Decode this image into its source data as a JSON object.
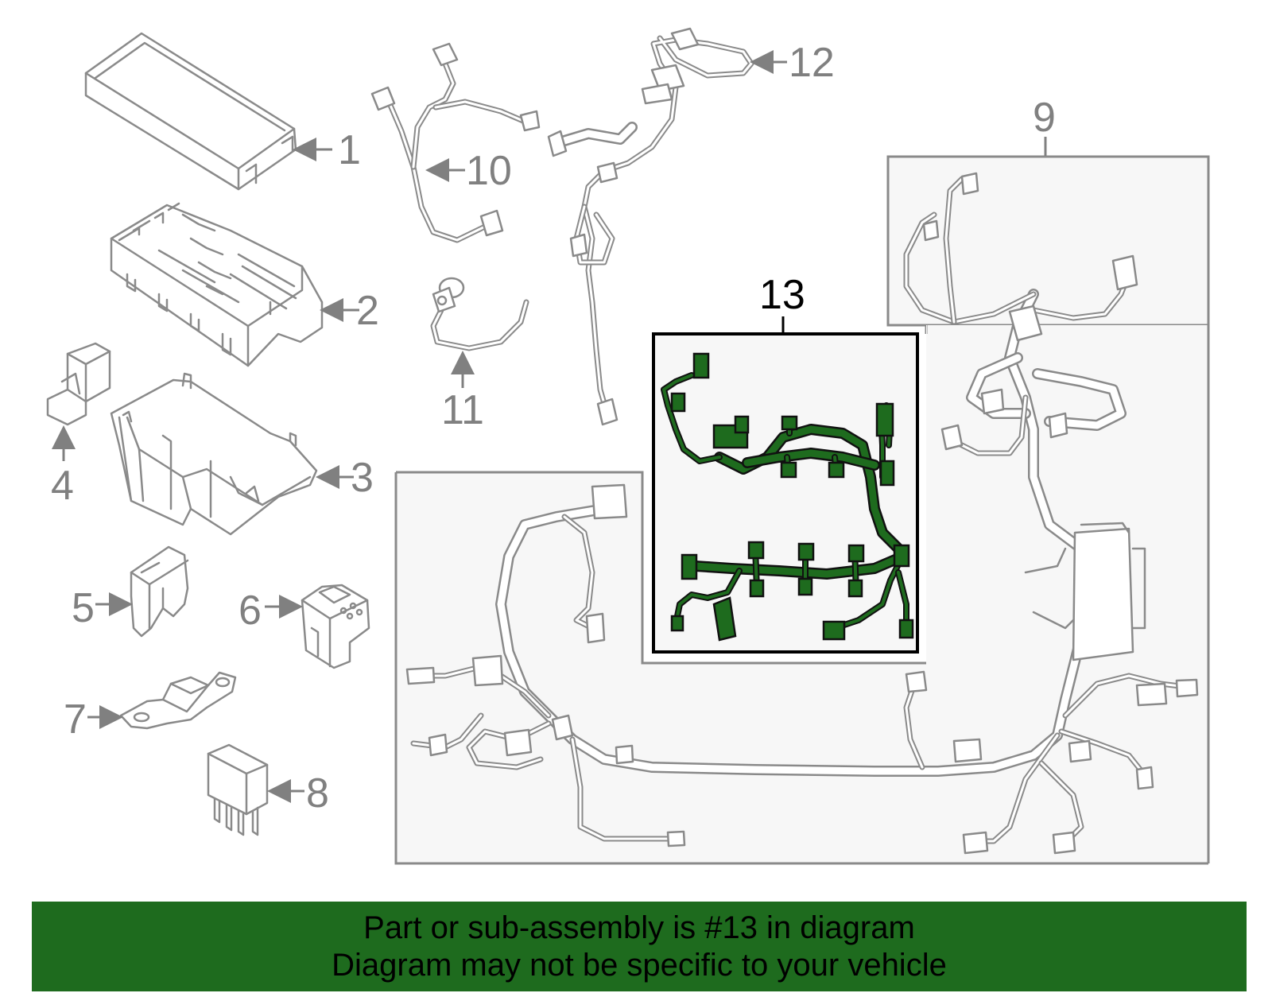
{
  "callouts": {
    "c1": "1",
    "c2": "2",
    "c3": "3",
    "c4": "4",
    "c5": "5",
    "c6": "6",
    "c7": "7",
    "c8": "8",
    "c9": "9",
    "c10": "10",
    "c11": "11",
    "c12": "12",
    "c13": "13"
  },
  "highlight_part": "13",
  "colors": {
    "highlight": "#1e6b1e",
    "part_line": "#8a8a8a",
    "panel_bg": "#f7f7f7",
    "banner_bg": "#1e6b1e"
  },
  "banner": {
    "line1": "Part or sub-assembly is #13 in diagram",
    "line2": "Diagram may not be specific to your vehicle"
  }
}
